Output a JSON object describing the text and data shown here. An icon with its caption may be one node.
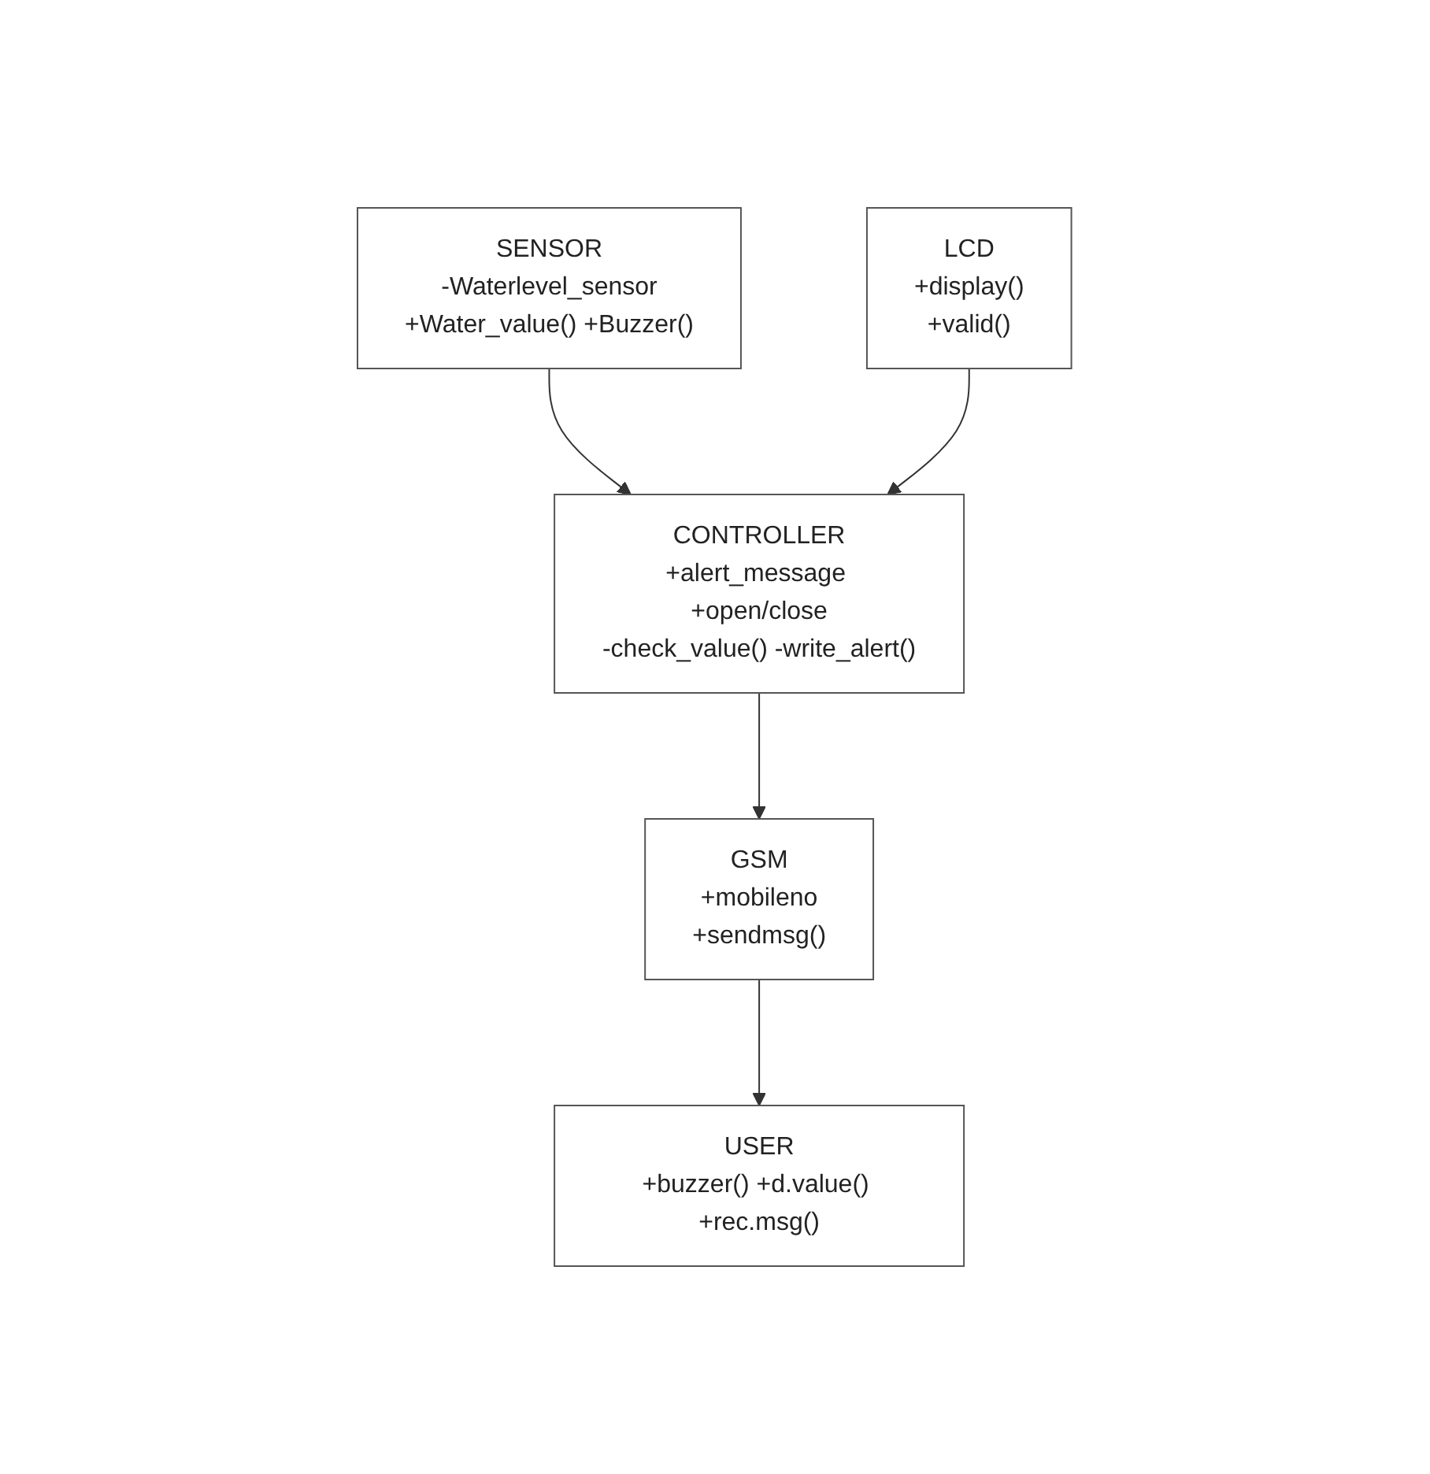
{
  "diagram": {
    "nodes": [
      {
        "text": [
          "SENSOR",
          "-Waterlevel_sensor",
          "+Water_value() +Buzzer()"
        ]
      },
      {
        "text": [
          "CONTROLLER",
          "+alert_message +open/close",
          "-check_value() -write_alert()"
        ]
      },
      {
        "text": [
          "GSM",
          "+mobileno",
          "+sendmsg()"
        ]
      },
      {
        "text": [
          "LCD",
          "+display()",
          "+valid()"
        ]
      },
      {
        "text": [
          "USER",
          "+buzzer() +d.value() +rec.msg()"
        ]
      }
    ],
    "edges": [
      {
        "from": 0,
        "to": 1,
        "arrow": "to"
      },
      {
        "from": 1,
        "to": 2,
        "arrow": "to"
      },
      {
        "from": 2,
        "to": 4,
        "arrow": "to"
      },
      {
        "from": 3,
        "to": 1,
        "arrow": "to"
      }
    ]
  }
}
